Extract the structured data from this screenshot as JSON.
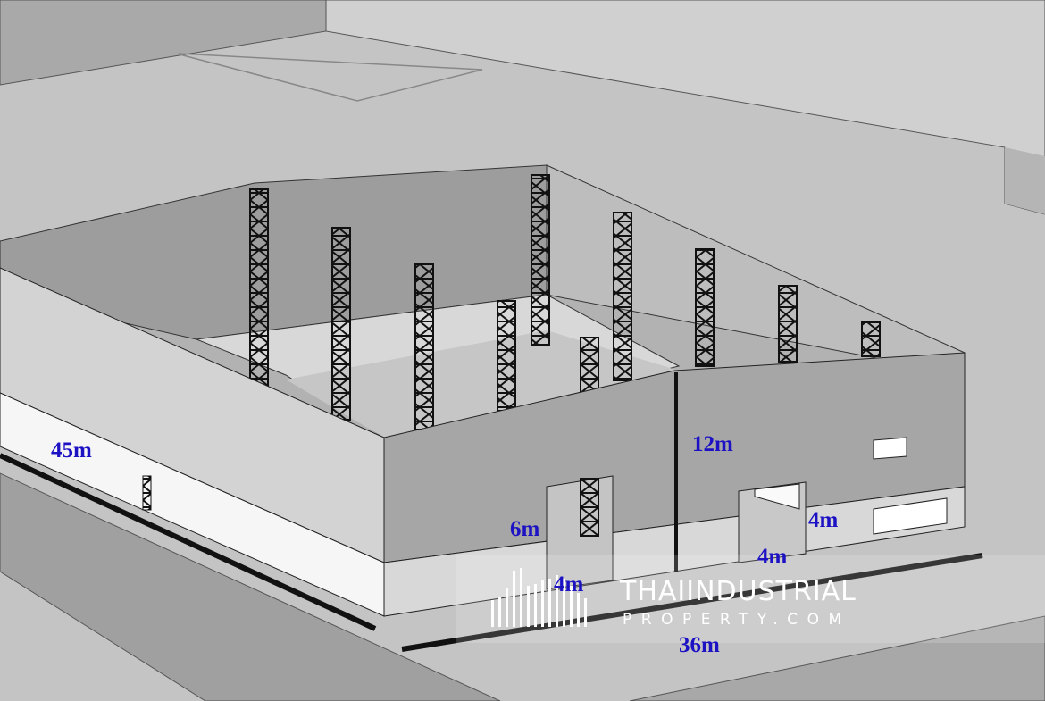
{
  "dimensions": {
    "side_length": "45m",
    "height_ridge": "12m",
    "height_eave": "6m",
    "door_right_height": "4m",
    "door_right_width": "4m",
    "door_left_width": "4m",
    "front_length": "36m"
  },
  "watermark": {
    "title": "THAIINDUSTRIAL",
    "subtitle": "PROPERTY.COM"
  },
  "colors": {
    "label": "#1c12c4"
  }
}
